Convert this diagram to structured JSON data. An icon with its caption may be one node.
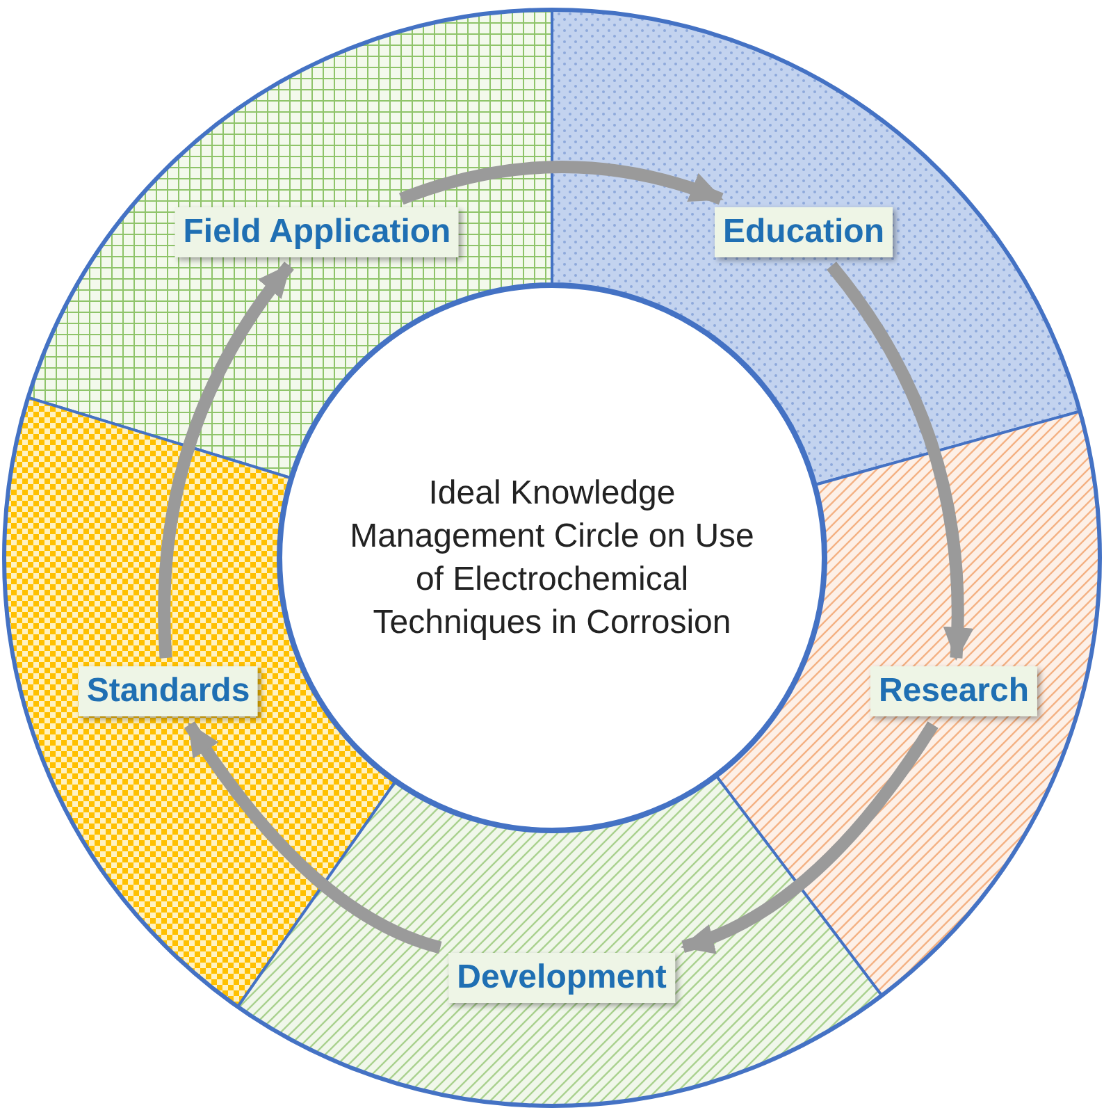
{
  "diagram": {
    "nodes": [
      {
        "text": [
          "Field Application"
        ]
      },
      {
        "text": [
          "Education"
        ]
      },
      {
        "text": [
          "Ideal Knowledge Management Circle on Use of Electrochemical Techniques in Corrosion"
        ]
      },
      {
        "text": [
          "Standards"
        ]
      },
      {
        "text": [
          "Research"
        ]
      },
      {
        "text": [
          "Development"
        ]
      }
    ],
    "edges": [
      {
        "from": 0,
        "to": 1,
        "arrow": "to"
      },
      {
        "from": 1,
        "to": 4,
        "arrow": "to"
      },
      {
        "from": 4,
        "to": 5,
        "arrow": "to"
      },
      {
        "from": 5,
        "to": 3,
        "arrow": "to"
      },
      {
        "from": 3,
        "to": 0,
        "arrow": "to"
      }
    ]
  }
}
